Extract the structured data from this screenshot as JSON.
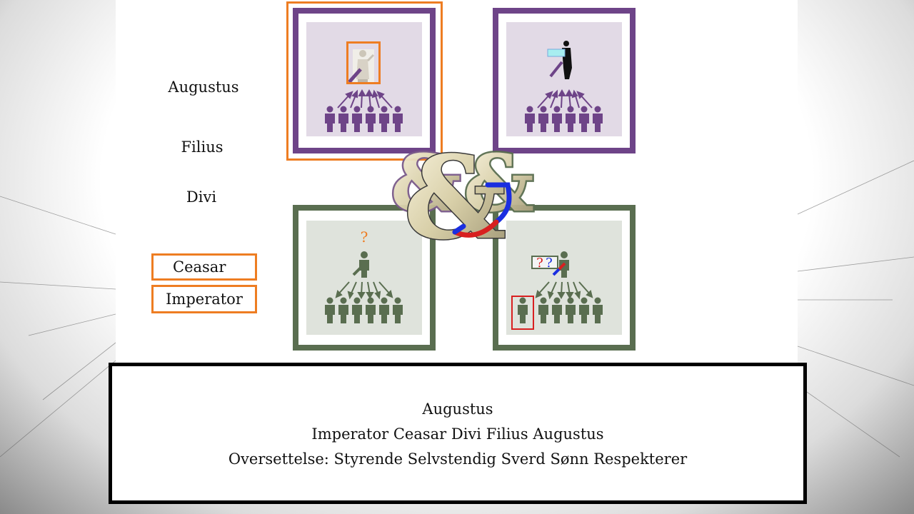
{
  "labels": {
    "augustus": "Augustus",
    "filius": "Filius",
    "divi": "Divi",
    "ceasar": "Ceasar",
    "imperator": "Imperator"
  },
  "panels": {
    "green_left_mark": "?",
    "green_right_mark_1": "?",
    "green_right_mark_2": "?"
  },
  "caption": {
    "line1": "Augustus",
    "line2": "Imperator Ceasar Divi Filius Augustus",
    "line3": "Oversettelse: Styrende Selvstendig Sverd Sønn Respekterer"
  },
  "colors": {
    "purple": "#6e4488",
    "purple_bg": "#e2dae6",
    "green": "#5a6e50",
    "green_bg": "#dfe3dc",
    "orange": "#ee7d22",
    "red": "#d82020",
    "blue": "#1a2ee0"
  }
}
